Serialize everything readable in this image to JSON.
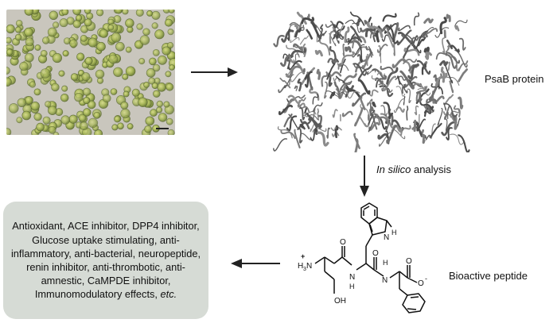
{
  "labels": {
    "protein": "PsaB protein",
    "analysis_italic": "In silico",
    "analysis_rest": " analysis",
    "peptide": "Bioactive peptide"
  },
  "activities": {
    "text": "Antioxidant, ACE inhibitor, DPP4 inhibitor, Glucose uptake stimulating, anti-inflammatory, anti-bacterial, neuropeptide, renin inhibitor, anti-thrombotic, anti-amnestic, CaMPDE inhibitor, Immunomodulatory effects, ",
    "etc": "etc."
  },
  "molecule_atoms": {
    "n_plus": "+",
    "n_h3": "H",
    "n_sub": "3",
    "n_letter": "N",
    "indole_n": "N",
    "indole_h": "H",
    "amide_n1": "N",
    "amide_h1": "H",
    "amide_n2": "N",
    "amide_h2": "H",
    "oxygen1": "O",
    "oxygen2": "O",
    "oxygen3": "O",
    "oxygen4": "O",
    "o_minus": "-",
    "hydroxyl": "OH"
  },
  "colors": {
    "activity_box_bg": "#d6dbd5",
    "protein_grey": "#6e6e6e",
    "arrow": "#222222"
  },
  "icons": [
    "microalgae-micrograph",
    "protein-ribbon-structure",
    "peptide-structure"
  ]
}
